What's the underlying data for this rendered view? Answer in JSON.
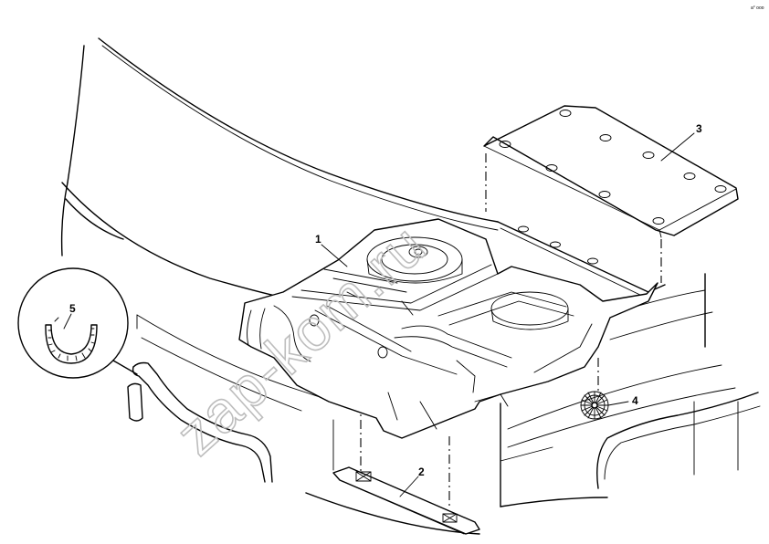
{
  "callouts": [
    {
      "id": "1",
      "label": "1"
    },
    {
      "id": "2",
      "label": "2"
    },
    {
      "id": "3",
      "label": "3"
    },
    {
      "id": "4",
      "label": "4"
    },
    {
      "id": "5",
      "label": "5"
    }
  ],
  "watermark": {
    "text": "zap-kom.ru"
  },
  "corner_mark": {
    "text": "a° ooo"
  },
  "icons": [
    "cargo-floor-panel",
    "heat-shield-plate",
    "cover-plate",
    "clip-nut",
    "edge-seal"
  ]
}
